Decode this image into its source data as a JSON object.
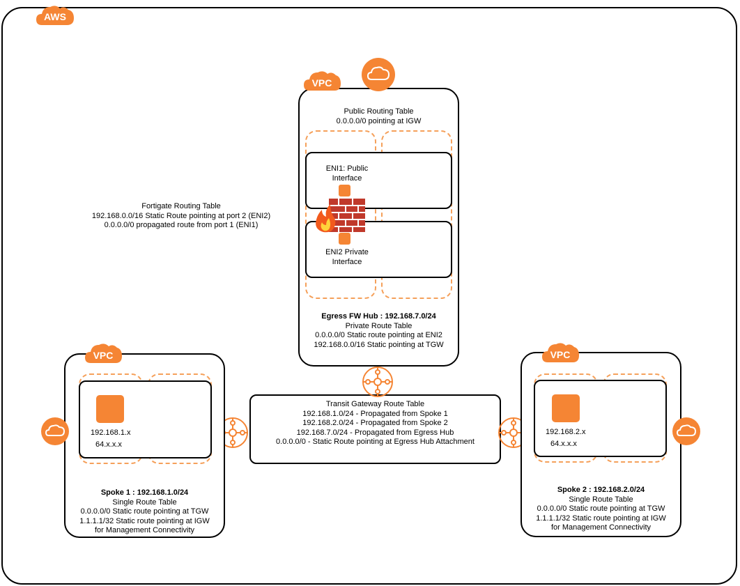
{
  "colors": {
    "accent": "#f58534",
    "dashed": "#f5a05a",
    "stroke": "#000000"
  },
  "aws_badge": "AWS",
  "vpc_label": "VPC",
  "fortigate": {
    "lines": [
      "Fortigate Routing Table",
      "192.168.0.0/16 Static Route pointing at port 2 (ENI2)",
      "0.0.0.0/0 propagated route from port 1 (ENI1)"
    ]
  },
  "hub": {
    "public_table": [
      "Public Routing Table",
      "0.0.0.0/0 pointing at IGW"
    ],
    "eni1_label": [
      "ENI1: Public",
      "Interface"
    ],
    "eni2_label": [
      "ENI2 Private",
      "Interface"
    ],
    "title": "Egress FW Hub : 192.168.7.0/24",
    "lines": [
      "Private Route Table",
      "0.0.0.0/0 Static route pointing at ENI2",
      "192.168.0.0/16 Static pointing at TGW"
    ]
  },
  "tgw": {
    "lines": [
      "Transit Gateway Route Table",
      "192.168.1.0/24 - Propagated from Spoke 1",
      "192.168.2.0/24 - Propagated from Spoke 2",
      "192.168.7.0/24 - Propagated from Egress Hub",
      "0.0.0.0/0 - Static Route pointing at Egress Hub Attachment"
    ]
  },
  "spoke1": {
    "instance_ip": "192.168.1.x",
    "instance_public": "64.x.x.x",
    "title": "Spoke 1 : 192.168.1.0/24",
    "lines": [
      "Single Route Table",
      "0.0.0.0/0 Static route pointing at TGW",
      "1.1.1.1/32 Static route pointing at IGW",
      "for Management Connectivity"
    ]
  },
  "spoke2": {
    "instance_ip": "192.168.2.x",
    "instance_public": "64.x.x.x",
    "title": "Spoke 2 : 192.168.2.0/24",
    "lines": [
      "Single Route Table",
      "0.0.0.0/0 Static route pointing at TGW",
      "1.1.1.1/32 Static route pointing at IGW",
      "for Management Connectivity"
    ]
  }
}
